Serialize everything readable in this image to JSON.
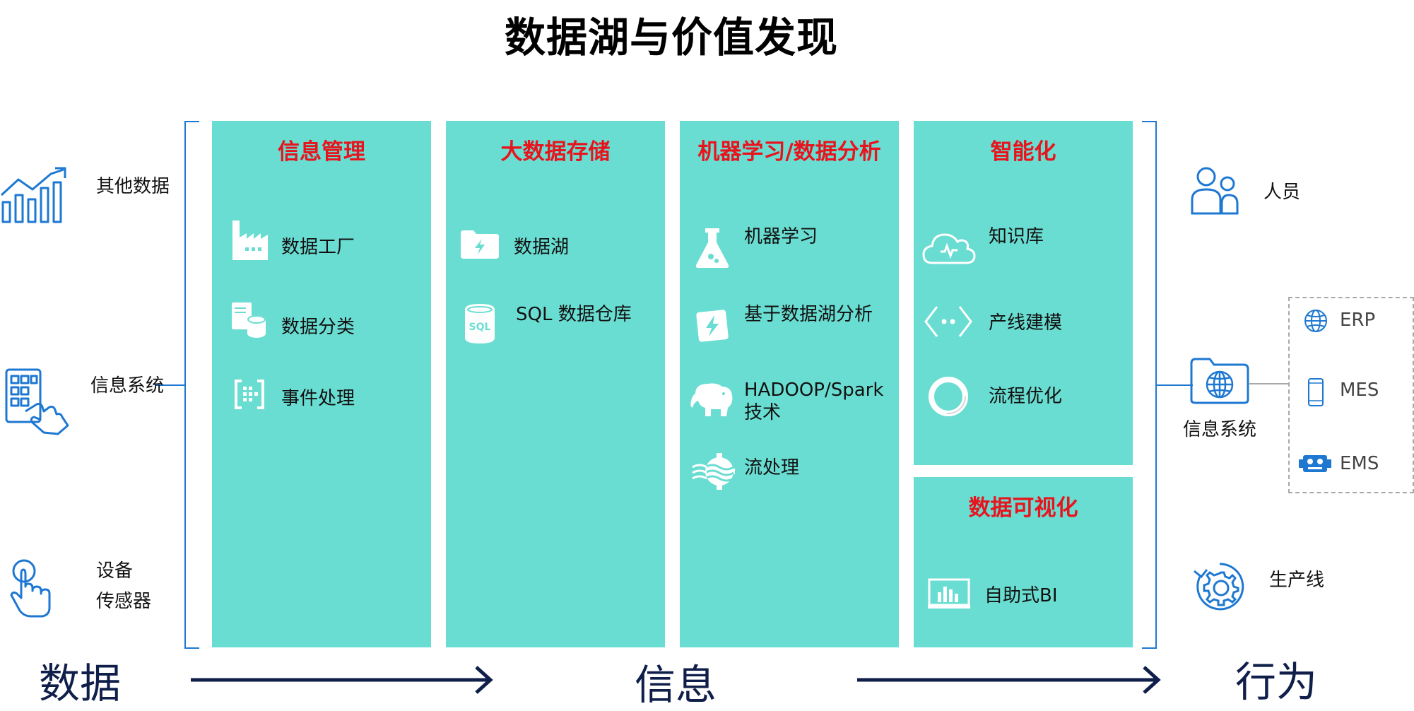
{
  "title": "数据湖与价值发现",
  "left": {
    "other_data": "其他数据",
    "info_system": "信息系统",
    "device_line1": "设备",
    "device_line2": "传感器"
  },
  "panels": [
    {
      "title": "信息管理",
      "items": [
        {
          "label": "数据工厂",
          "icon": "factory-icon"
        },
        {
          "label": "数据分类",
          "icon": "data-catalog-icon"
        },
        {
          "label": "事件处理",
          "icon": "event-hub-icon"
        }
      ]
    },
    {
      "title": "大数据存储",
      "items": [
        {
          "label": "数据湖",
          "icon": "data-lake-folder-icon"
        },
        {
          "label": "SQL 数据仓库",
          "icon": "sql-database-icon"
        }
      ]
    },
    {
      "title": "机器学习/数据分析",
      "items": [
        {
          "label": "机器学习",
          "icon": "flask-icon"
        },
        {
          "label": "基于数据湖分析",
          "icon": "lightning-analytics-icon"
        },
        {
          "label": "HADOOP/Spark",
          "label2": "技术",
          "icon": "elephant-icon"
        },
        {
          "label": "流处理",
          "icon": "stream-gear-icon"
        }
      ]
    },
    {
      "title": "智能化",
      "items": [
        {
          "label": "知识库",
          "icon": "cloud-brain-icon"
        },
        {
          "label": "产线建模",
          "icon": "code-brackets-icon"
        },
        {
          "label": "流程优化",
          "icon": "ring-icon"
        }
      ]
    },
    {
      "title": "数据可视化",
      "items": [
        {
          "label": "自助式BI",
          "icon": "bar-chart-icon"
        }
      ]
    }
  ],
  "right": {
    "people": "人员",
    "info_system": "信息系统",
    "production_line": "生产线",
    "systems": [
      "ERP",
      "MES",
      "EMS"
    ]
  },
  "bottom": {
    "data": "数据",
    "info": "信息",
    "action": "行为"
  },
  "colors": {
    "panel": "#6ADDD2",
    "panel_title": "#E8141D",
    "icon_blue": "#1E78D2",
    "arrow": "#0F1F4A"
  }
}
